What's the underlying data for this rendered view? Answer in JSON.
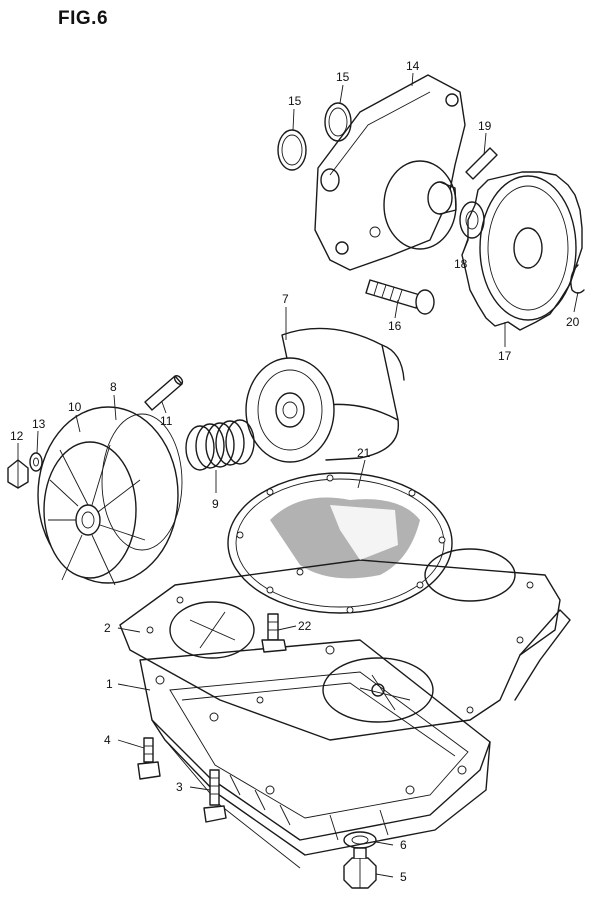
{
  "figure": {
    "title": "FIG.6"
  },
  "callouts": [
    {
      "id": "c1",
      "label": "1"
    },
    {
      "id": "c2",
      "label": "2"
    },
    {
      "id": "c3",
      "label": "3"
    },
    {
      "id": "c4",
      "label": "4"
    },
    {
      "id": "c5",
      "label": "5"
    },
    {
      "id": "c6",
      "label": "6"
    },
    {
      "id": "c7",
      "label": "7"
    },
    {
      "id": "c8",
      "label": "8"
    },
    {
      "id": "c9",
      "label": "9"
    },
    {
      "id": "c10",
      "label": "10"
    },
    {
      "id": "c11",
      "label": "11"
    },
    {
      "id": "c12",
      "label": "12"
    },
    {
      "id": "c13",
      "label": "13"
    },
    {
      "id": "c14",
      "label": "14"
    },
    {
      "id": "c15a",
      "label": "15"
    },
    {
      "id": "c15b",
      "label": "15"
    },
    {
      "id": "c16",
      "label": "16"
    },
    {
      "id": "c17",
      "label": "17"
    },
    {
      "id": "c18",
      "label": "18"
    },
    {
      "id": "c19",
      "label": "19"
    },
    {
      "id": "c20",
      "label": "20"
    },
    {
      "id": "c21",
      "label": "21"
    },
    {
      "id": "c22",
      "label": "22"
    }
  ]
}
